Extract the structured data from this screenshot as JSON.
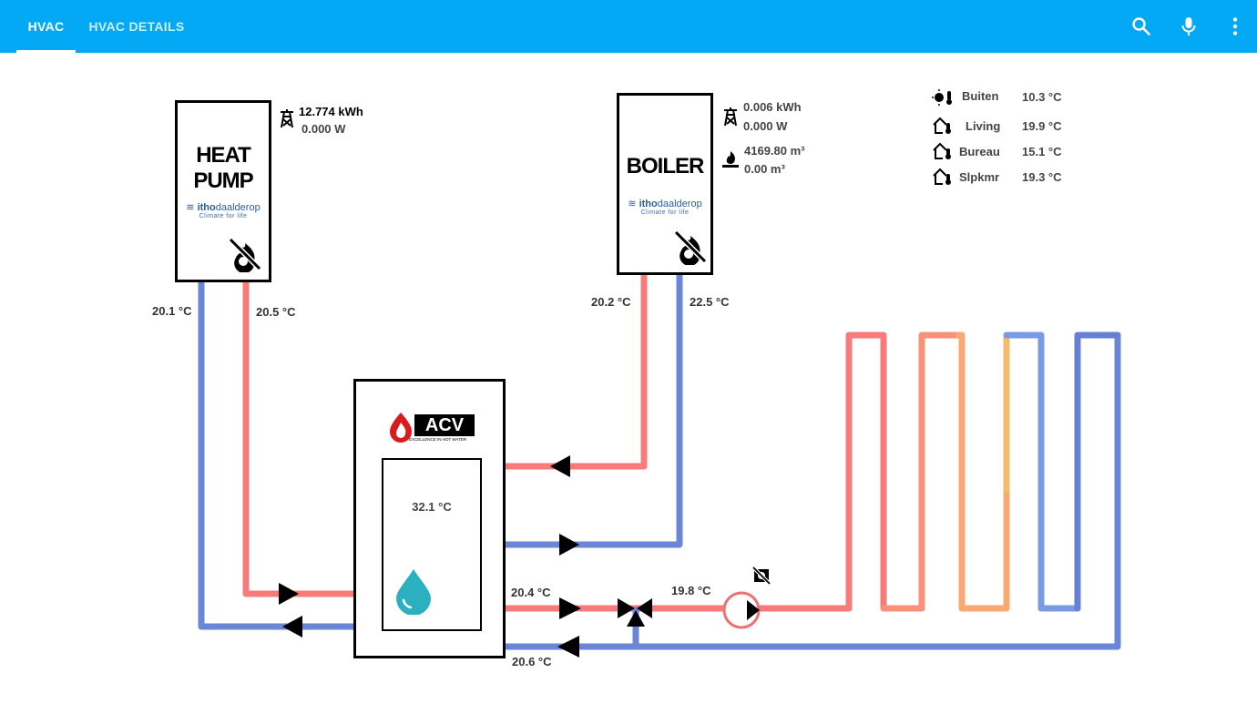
{
  "header": {
    "tabs": [
      {
        "label": "HVAC",
        "active": true
      },
      {
        "label": "HVAC DETAILS",
        "active": false
      }
    ],
    "icons": [
      "search-icon",
      "microphone-icon",
      "more-vertical-icon"
    ]
  },
  "heat_pump": {
    "title_line1": "HEAT",
    "title_line2": "PUMP",
    "brand": "itho",
    "brand2": "daalderop",
    "brand_tagline": "Climate for life",
    "energy": "12.774 kWh",
    "power": "0.000 W",
    "supply_temp": "20.5 °C",
    "return_temp": "20.1 °C",
    "flame_status": "flame-off"
  },
  "boiler": {
    "title": "BOILER",
    "brand": "itho",
    "brand2": "daalderop",
    "brand_tagline": "Climate for life",
    "energy": "0.006 kWh",
    "power": "0.000 W",
    "gas_total": "4169.80 m³",
    "gas_current": "0.00 m³",
    "supply_temp": "20.2 °C",
    "return_temp": "22.5 °C",
    "flame_status": "flame-off"
  },
  "tank": {
    "brand": "ACV",
    "brand_tagline": "EXCELLENCE IN HOT WATER",
    "temperature": "32.1 °C"
  },
  "floor_heating": {
    "supply_out_temp": "20.4 °C",
    "mixed_temp": "19.8 °C",
    "return_temp": "20.6 °C",
    "pump_status": "pump-off"
  },
  "temperatures": [
    {
      "icon": "outdoor-thermometer-icon",
      "name": "Buiten",
      "value": "10.3 °C"
    },
    {
      "icon": "home-thermometer-icon",
      "name": "Living",
      "value": "19.9 °C"
    },
    {
      "icon": "home-thermometer-icon",
      "name": "Bureau",
      "value": "15.1 °C"
    },
    {
      "icon": "home-thermometer-icon",
      "name": "Slpkmr",
      "value": "19.3 °C"
    }
  ],
  "colors": {
    "header": "#03a9f4",
    "hot": "#f87a7a",
    "cold": "#6b86d6",
    "warm_orange": "#f8a070",
    "warm_yellow": "#f6bb6a",
    "cool_blue": "#7a9be4",
    "drop": "#2ab0c0"
  }
}
